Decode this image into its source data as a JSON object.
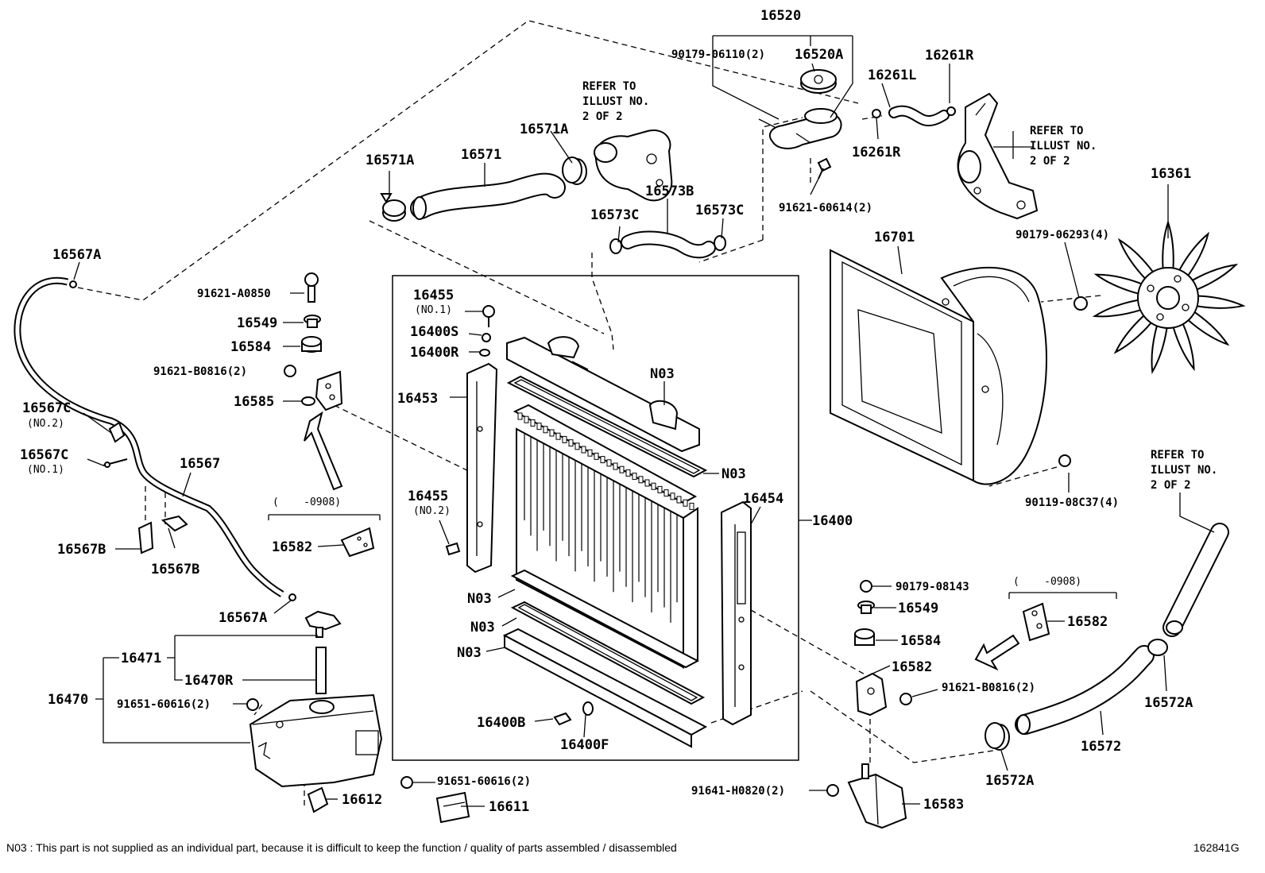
{
  "labels": {
    "p16520": "16520",
    "p90179_06110": "90179-06110(2)",
    "p16520A": "16520A",
    "p16261R_top": "16261R",
    "p16261L": "16261L",
    "p16261R_mid": "16261R",
    "refer_top_center": [
      "REFER TO",
      "ILLUST NO.",
      "2 OF 2"
    ],
    "refer_top_right": [
      "REFER TO",
      "ILLUST NO.",
      "2 OF 2"
    ],
    "refer_bottom_right": [
      "REFER TO",
      "ILLUST NO.",
      "2 OF 2"
    ],
    "p16571A_right": "16571A",
    "p16571": "16571",
    "p16571A_left": "16571A",
    "p16573B": "16573B",
    "p16573C_left": "16573C",
    "p16573C_right": "16573C",
    "p91621_60614": "91621-60614(2)",
    "p16361": "16361",
    "p90179_06293": "90179-06293(4)",
    "p16701": "16701",
    "p16567A_top": "16567A",
    "p91621_A0850": "91621-A0850",
    "p16549_left": "16549",
    "p16584_left": "16584",
    "p91621_B0816_left": "91621-B0816(2)",
    "p16585": "16585",
    "p16567C_no2": "16567C",
    "p16567C_no2_sub": "(NO.2)",
    "p16567C_no1": "16567C",
    "p16567C_no1_sub": "(NO.1)",
    "p16567": "16567",
    "date_range_left": "(    -0908)",
    "p16582_left": "16582",
    "p16567B_left": "16567B",
    "p16567B_right": "16567B",
    "p16567A_bottom": "16567A",
    "p16471": "16471",
    "p16470R": "16470R",
    "p16470": "16470",
    "p91651_60616_left": "91651-60616(2)",
    "p16612": "16612",
    "p16455_no1": "16455",
    "p16455_no1_sub": "(NO.1)",
    "p16400S": "16400S",
    "p16400R": "16400R",
    "p16453": "16453",
    "N03_top": "N03",
    "N03_right": "N03",
    "p16455_no2": "16455",
    "p16455_no2_sub": "(NO.2)",
    "p16454": "16454",
    "p16400": "16400",
    "N03_a": "N03",
    "N03_b": "N03",
    "N03_c": "N03",
    "p16400B": "16400B",
    "p16400F": "16400F",
    "p91651_60616_bottom": "91651-60616(2)",
    "p16611": "16611",
    "p90119_08C37": "90119-08C37(4)",
    "p90179_08143": "90179-08143",
    "p16549_right": "16549",
    "p16584_right": "16584",
    "date_range_right": "(    -0908)",
    "p16582_right": "16582",
    "p16582_mid": "16582",
    "p91621_B0816_right": "91621-B0816(2)",
    "p16572A_right": "16572A",
    "p16572": "16572",
    "p16572A_bottom": "16572A",
    "p91641_H0820": "91641-H0820(2)",
    "p16583": "16583"
  },
  "footer": {
    "note": "N03 : This part is not supplied as an individual part, because it is difficult to keep the function / quality of parts assembled / disassembled",
    "figure_id": "162841G"
  }
}
